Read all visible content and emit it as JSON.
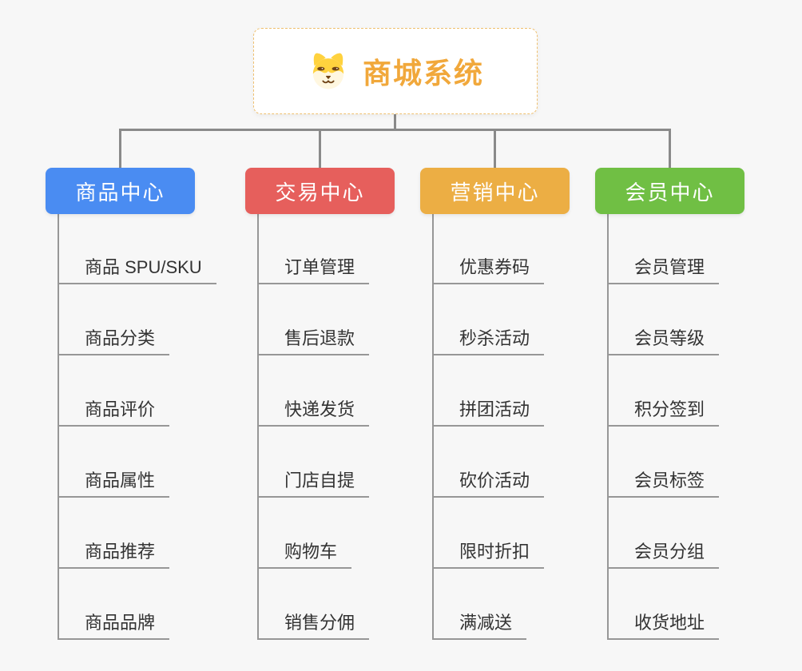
{
  "app": {
    "background_color": "#f7f7f7",
    "connector_color": "#8a8a8a",
    "leaf_line_color": "#979797",
    "leaf_text_color": "#333333"
  },
  "root": {
    "title": "商城系统",
    "title_color": "#F1A83B",
    "icon": "dog-face-icon",
    "background": "#ffffff",
    "border_color": "#efc070"
  },
  "branches": [
    {
      "label": "商品中心",
      "color": "#4A8CF2",
      "text_color": "#ffffff",
      "items": [
        "商品 SPU/SKU",
        "商品分类",
        "商品评价",
        "商品属性",
        "商品推荐",
        "商品品牌"
      ]
    },
    {
      "label": "交易中心",
      "color": "#E65F5C",
      "text_color": "#ffffff",
      "items": [
        "订单管理",
        "售后退款",
        "快递发货",
        "门店自提",
        "购物车",
        "销售分佣"
      ]
    },
    {
      "label": "营销中心",
      "color": "#ECAE44",
      "text_color": "#ffffff",
      "items": [
        "优惠券码",
        "秒杀活动",
        "拼团活动",
        "砍价活动",
        "限时折扣",
        "满减送"
      ]
    },
    {
      "label": "会员中心",
      "color": "#70BF44",
      "text_color": "#ffffff",
      "items": [
        "会员管理",
        "会员等级",
        "积分签到",
        "会员标签",
        "会员分组",
        "收货地址"
      ]
    }
  ]
}
